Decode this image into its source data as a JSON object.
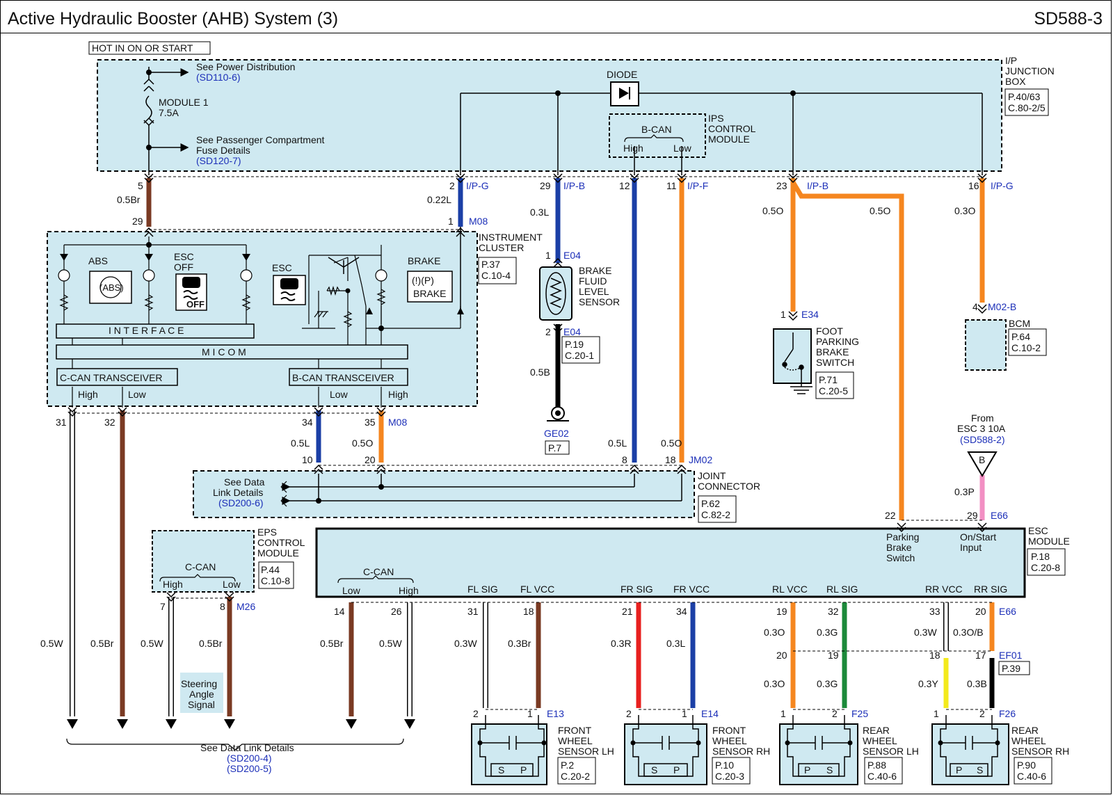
{
  "header": {
    "title": "Active Hydraulic Booster (AHB) System (3)",
    "code": "SD588-3"
  },
  "labels": {
    "hot": "HOT IN ON OR START",
    "see_power": "See Power Distribution",
    "sd110": "(SD110-6)",
    "module1": "MODULE 1",
    "amp": "7.5A",
    "see_pass1": "See Passenger Compartment",
    "see_pass2": "Fuse Details",
    "sd120": "(SD120-7)",
    "diode": "DIODE",
    "ips1": "IPS",
    "ips2": "CONTROL",
    "ips3": "MODULE",
    "bcan": "B-CAN",
    "high": "High",
    "low": "Low",
    "ipjb1": "I/P",
    "ipjb2": "JUNCTION",
    "ipjb3": "BOX",
    "ipjb_r1": "P.40/63",
    "ipjb_r2": "C.80-2/5",
    "ip_g": "I/P-G",
    "ip_b": "I/P-B",
    "ip_f": "I/P-F",
    "p5": "5",
    "w05br": "0.5Br",
    "p29": "29",
    "p2": "2",
    "w022l": "0.22L",
    "p1": "1",
    "m08": "M08",
    "w03l": "0.3L",
    "p12": "12",
    "p11": "11",
    "p23": "23",
    "w05o": "0.5O",
    "p16": "16",
    "w03o": "0.3O",
    "ic1": "INSTRUMENT",
    "ic2": "CLUSTER",
    "ic_r1": "P.37",
    "ic_r2": "C.10-4",
    "abs": "ABS",
    "abs_sym": "(ABS)",
    "esc_off1": "ESC",
    "esc_off2": "OFF",
    "esc": "ESC",
    "brake": "BRAKE",
    "brake_sym": "(!)(P)",
    "brake_sym2": "BRAKE",
    "off_txt": "OFF",
    "interface": "I N T E R F A C E",
    "micom": "M I C O M",
    "ccan_tr": "C-CAN TRANSCEIVER",
    "bcan_tr": "B-CAN TRANSCEIVER",
    "e04": "E04",
    "bfl1": "BRAKE",
    "bfl2": "FLUID",
    "bfl3": "LEVEL",
    "bfl4": "SENSOR",
    "bfl_r1": "P.19",
    "bfl_r2": "C.20-1",
    "w05b": "0.5B",
    "ge02": "GE02",
    "ge02_r": "P.7",
    "e34": "E34",
    "fpb1": "FOOT",
    "fpb2": "PARKING",
    "fpb3": "BRAKE",
    "fpb4": "SWITCH",
    "fpb_r1": "P.71",
    "fpb_r2": "C.20-5",
    "p4": "4",
    "m02b": "M02-B",
    "bcm": "BCM",
    "bcm_r1": "P.64",
    "bcm_r2": "C.10-2",
    "p31": "31",
    "p32": "32",
    "p34": "34",
    "p35": "35",
    "w05l": "0.5L",
    "p10": "10",
    "p20": "20",
    "p8": "8",
    "p18": "18",
    "jm02": "JM02",
    "sdl1": "See Data",
    "sdl2": "Link Details",
    "sd200_6": "(SD200-6)",
    "jc1": "JOINT",
    "jc2": "CONNECTOR",
    "jc_r1": "P.62",
    "jc_r2": "C.82-2",
    "from1": "From",
    "from2": "ESC 3 10A",
    "sd588_2": "(SD588-2)",
    "b": "B",
    "w03p": "0.3P",
    "e66": "E66",
    "p22": "22",
    "eps1": "EPS",
    "eps2": "CONTROL",
    "eps3": "MODULE",
    "eps_r1": "P.44",
    "eps_r2": "C.10-8",
    "ccan": "C-CAN",
    "p7": "7",
    "m26": "M26",
    "esc1": "ESC",
    "esc2": "MODULE",
    "esc_r1": "P.18",
    "esc_r2": "C.20-8",
    "pbs1": "Parking",
    "pbs2": "Brake",
    "pbs3": "Switch",
    "osi1": "On/Start",
    "osi2": "Input",
    "fl_sig": "FL SIG",
    "fl_vcc": "FL VCC",
    "fr_sig": "FR SIG",
    "fr_vcc": "FR VCC",
    "rl_vcc": "RL VCC",
    "rl_sig": "RL SIG",
    "rr_vcc": "RR VCC",
    "rr_sig": "RR SIG",
    "p14": "14",
    "p26": "26",
    "p21": "21",
    "p19": "19",
    "p33": "33",
    "p17": "17",
    "w05w": "0.5W",
    "w03w": "0.3W",
    "w03br": "0.3Br",
    "w03r": "0.3R",
    "w03g": "0.3G",
    "w03ob": "0.3O/B",
    "w03y": "0.3Y",
    "w03b": "0.3B",
    "ef01": "EF01",
    "ef01_r": "P.39",
    "sas1": "Steering",
    "sas2": "Angle",
    "sas3": "Signal",
    "e13": "E13",
    "e14": "E14",
    "f25": "F25",
    "f26": "F26",
    "fwl1": "FRONT",
    "fwl2": "WHEEL",
    "fwl3": "SENSOR LH",
    "fwl_r1": "P.2",
    "fwl_r2": "C.20-2",
    "fwr1": "FRONT",
    "fwr2": "WHEEL",
    "fwr3": "SENSOR RH",
    "fwr_r1": "P.10",
    "fwr_r2": "C.20-3",
    "rwl1": "REAR",
    "rwl2": "WHEEL",
    "rwl3": "SENSOR LH",
    "rwl_r1": "P.88",
    "rwl_r2": "C.40-6",
    "rwr1": "REAR",
    "rwr2": "WHEEL",
    "rwr3": "SENSOR RH",
    "rwr_r1": "P.90",
    "rwr_r2": "C.40-6",
    "s": "S",
    "p": "P",
    "sdl_b1": "See Data Link Details",
    "sd200_4": "(SD200-4)",
    "sd200_5": "(SD200-5)"
  },
  "colors": {
    "box": "#cfe9f1",
    "brown": "#7a3a23",
    "blue": "#1b3fa6",
    "orange": "#f5861f",
    "black": "#111111",
    "red": "#e8201f",
    "green": "#1c8a3a",
    "yellow": "#f3ea1c",
    "pink": "#f28fc3",
    "white": "#ffffff",
    "ref": "#1c2fb8"
  }
}
